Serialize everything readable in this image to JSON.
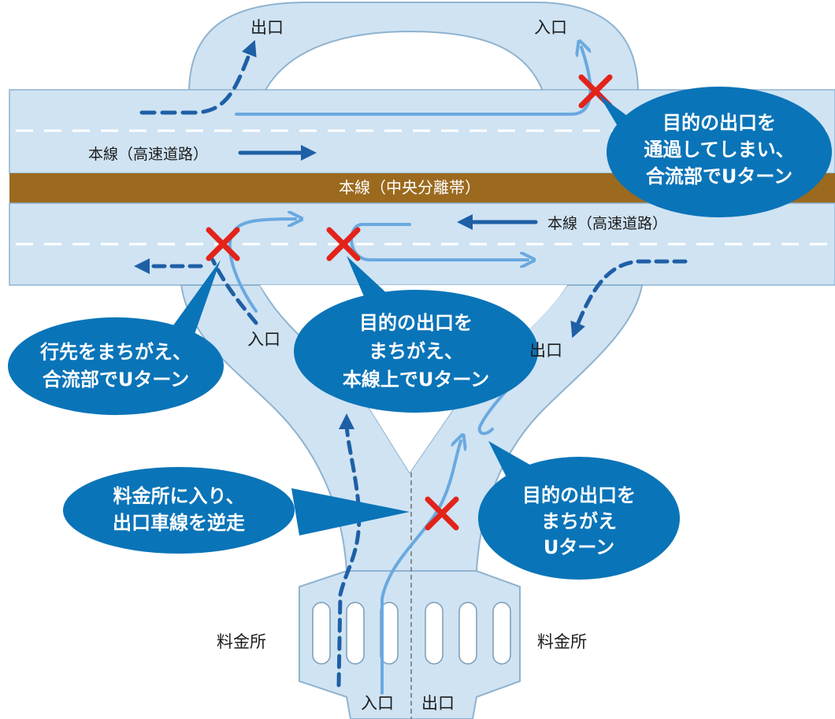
{
  "labels": {
    "exit_top": "出口",
    "entrance_top": "入口",
    "mainline_upper": "本線（高速道路）",
    "median": "本線（中央分離帯）",
    "mainline_lower": "本線（高速道路）",
    "entrance_left": "入口",
    "exit_right": "出口",
    "tollgate_left": "料金所",
    "tollgate_right": "料金所",
    "entrance_bottom": "入口",
    "exit_bottom": "出口"
  },
  "bubbles": {
    "passed_exit": [
      "目的の出口を",
      "通過してしまい、",
      "合流部でUターン"
    ],
    "wrong_destination": [
      "行先をまちがえ、",
      "合流部でUターン"
    ],
    "wrong_exit_mainline": [
      "目的の出口を",
      "まちがえ、",
      "本線上でUターン"
    ],
    "tollgate_reverse": [
      "料金所に入り、",
      "出口車線を逆走"
    ],
    "wrong_exit_uturn": [
      "目的の出口を",
      "まちがえ",
      "Uターン"
    ]
  },
  "colors": {
    "road": "#cfe3f3",
    "road_edge": "#8fb3cf",
    "median": "#9b6a1e",
    "dark_arrow": "#1f5fa6",
    "light_arrow": "#6aa9df",
    "bubble": "#0a74b8",
    "cross": "#e2231a"
  }
}
